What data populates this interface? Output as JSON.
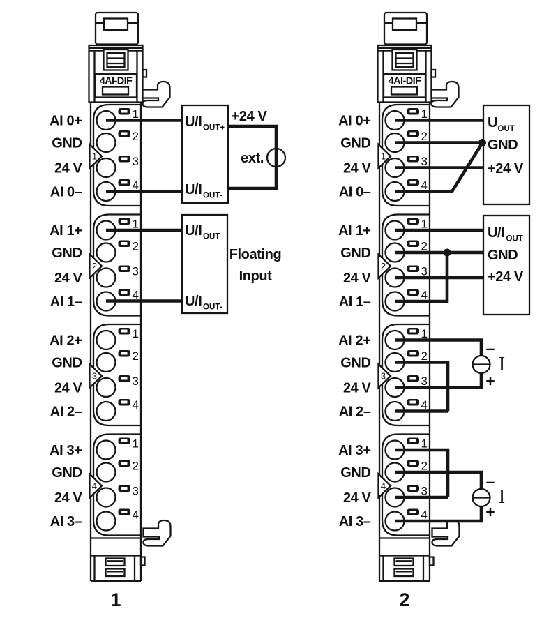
{
  "colors": {
    "line": "#161616",
    "background": "#ffffff"
  },
  "modules": [
    {
      "caption": "1",
      "device_label": "4AI-DIF",
      "groups": [
        {
          "marker": "1",
          "pins": [
            "1",
            "2",
            "3",
            "4"
          ],
          "labels": [
            "AI 0+",
            "GND",
            "24 V",
            "AI 0–"
          ]
        },
        {
          "marker": "2",
          "pins": [
            "1",
            "2",
            "3",
            "4"
          ],
          "labels": [
            "AI 1+",
            "GND",
            "24 V",
            "AI 1–"
          ]
        },
        {
          "marker": "3",
          "pins": [
            "1",
            "2",
            "3",
            "4"
          ],
          "labels": [
            "AI 2+",
            "GND",
            "24 V",
            "AI 2–"
          ]
        },
        {
          "marker": "4",
          "pins": [
            "1",
            "2",
            "3",
            "4"
          ],
          "labels": [
            "AI 3+",
            "GND",
            "24 V",
            "AI 3–"
          ]
        }
      ],
      "connections": {
        "box1": {
          "row1_main": "U/I",
          "row1_sub": "OUT+",
          "row2_main": "U/I",
          "row2_sub": "OUT-"
        },
        "supply_label": "+24 V",
        "ext_label": "ext.",
        "box2": {
          "row1_main": "U/I",
          "row1_sub": "OUT",
          "row2_main": "U/I",
          "row2_sub": "OUT-"
        },
        "note_line1": "Floating",
        "note_line2": "Input"
      }
    },
    {
      "caption": "2",
      "device_label": "4AI-DIF",
      "groups": [
        {
          "marker": "1",
          "pins": [
            "1",
            "2",
            "3",
            "4"
          ],
          "labels": [
            "AI 0+",
            "GND",
            "24 V",
            "AI 0–"
          ]
        },
        {
          "marker": "2",
          "pins": [
            "1",
            "2",
            "3",
            "4"
          ],
          "labels": [
            "AI 1+",
            "GND",
            "24 V",
            "AI 1–"
          ]
        },
        {
          "marker": "3",
          "pins": [
            "1",
            "2",
            "3",
            "4"
          ],
          "labels": [
            "AI 2+",
            "GND",
            "24 V",
            "AI 2–"
          ]
        },
        {
          "marker": "4",
          "pins": [
            "1",
            "2",
            "3",
            "4"
          ],
          "labels": [
            "AI 3+",
            "GND",
            "24 V",
            "AI 3–"
          ]
        }
      ],
      "connections": {
        "box1": {
          "row1_main": "U",
          "row1_sub": "OUT",
          "row2": "GND",
          "row3": "+24 V"
        },
        "box2": {
          "row1_main": "U/I",
          "row1_sub": "OUT",
          "row2": "GND",
          "row3": "+24 V"
        },
        "source1": {
          "minus": "–",
          "plus": "+",
          "label": "I"
        },
        "source2": {
          "minus": "–",
          "plus": "+",
          "label": "I"
        }
      }
    }
  ]
}
